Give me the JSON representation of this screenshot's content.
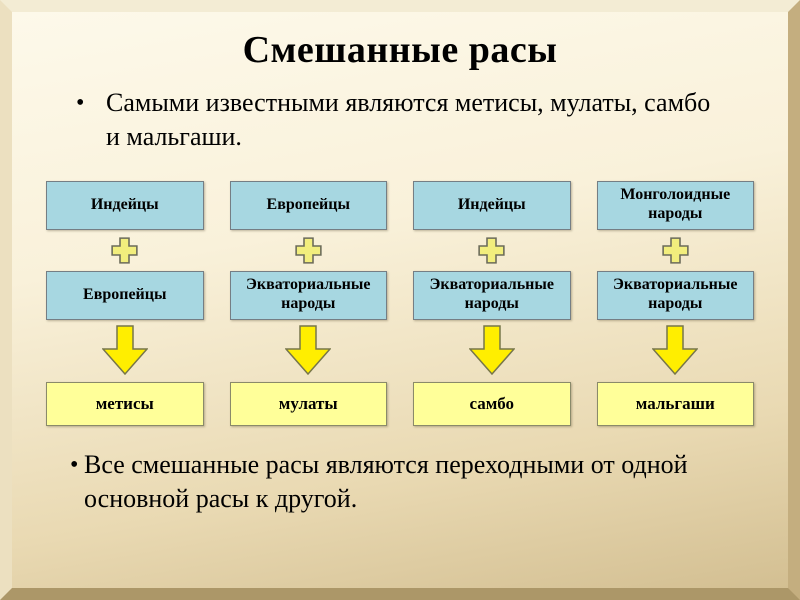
{
  "slide": {
    "title": "Смешанные расы",
    "intro": {
      "bullet": "•",
      "text": "Самыми известными являются метисы, мулаты, самбо и мальгаши."
    },
    "columns": [
      {
        "parent1": "Индейцы",
        "parent2": "Европейцы",
        "result": "метисы"
      },
      {
        "parent1": "Европейцы",
        "parent2": "Экваториальные народы",
        "result": "мулаты"
      },
      {
        "parent1": "Индейцы",
        "parent2": "Экваториальные народы",
        "result": "самбо"
      },
      {
        "parent1": "Монголоидные народы",
        "parent2": "Экваториальные народы",
        "result": "мальгаши"
      }
    ],
    "icons": {
      "plus": "plus-icon",
      "arrow": "down-arrow-icon"
    },
    "footer": {
      "bullet": "•",
      "text": "Все смешанные расы являются переходными от одной основной расы к другой."
    },
    "colors": {
      "parent_box": "#a7d7e1",
      "result_box": "#ffff99",
      "arrow": "#ffee00",
      "plus": "#f2ee7d",
      "background_top": "#fdf9ea",
      "background_bottom": "#d3bf92"
    }
  }
}
